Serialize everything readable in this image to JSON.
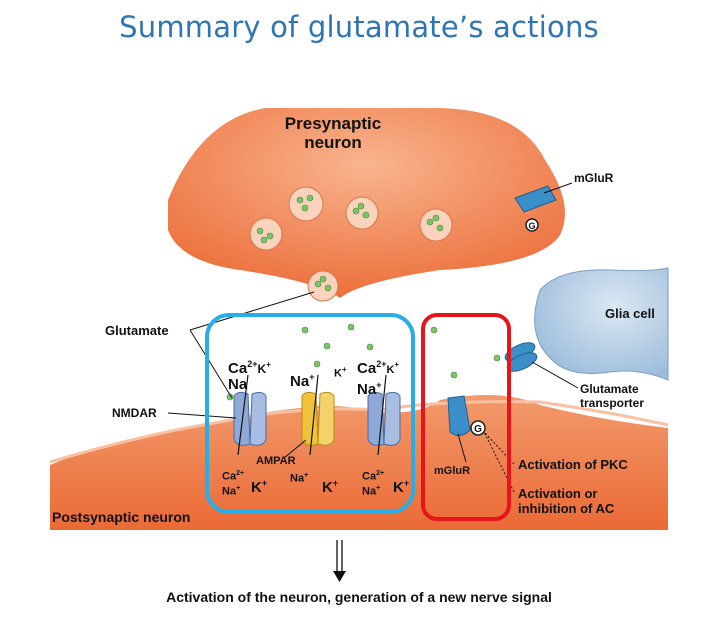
{
  "title": "Summary of glutamate’s actions",
  "labels": {
    "presynaptic": [
      "Presynaptic",
      "neuron"
    ],
    "postsynaptic": "Postsynaptic neuron",
    "glutamate": "Glutamate",
    "nmdar": "NMDAR",
    "ampar": "AMPAR",
    "mglur_top": "mGluR",
    "mglur_bottom": "mGluR",
    "glia": "Glia cell",
    "transporter": [
      "Glutamate",
      "transporter"
    ],
    "pkc": "Activation of PKC",
    "ac": [
      "Activation or",
      "inhibition of AC"
    ],
    "g_protein": "G"
  },
  "ions": {
    "ca": "Ca",
    "na": "Na",
    "k": "K",
    "charge_2plus": "2+",
    "plus": "+"
  },
  "caption": "Activation of the neuron, generation of a new nerve signal",
  "colors": {
    "title": "#2e75b6",
    "neuron": "#f07a4a",
    "glia": "#a9c7e2",
    "nmdar": "#8fa9d6",
    "ampar": "#f0c23a",
    "mglur": "#3a8fc9",
    "blue_box": "#27aee8",
    "red_box": "#e8141b"
  }
}
